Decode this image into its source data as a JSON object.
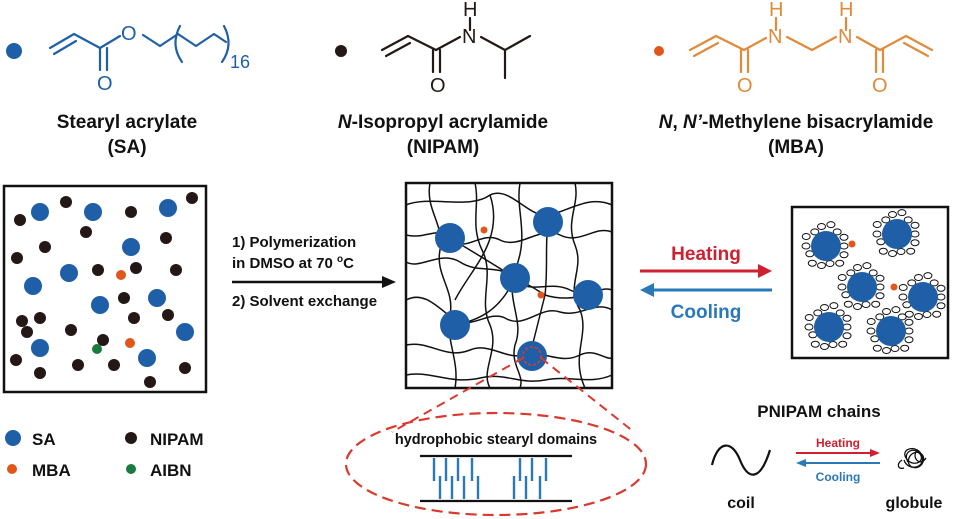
{
  "colors": {
    "sa": "#1f5fa8",
    "nipam": "#231815",
    "mba": "#e2561c",
    "aibn": "#1b7a3e",
    "heating": "#d0202f",
    "cooling": "#2a78b8",
    "domain_ring": "#d93a2f",
    "monomer_sa": "#1f5fa8",
    "monomer_mba": "#e08a3a"
  },
  "monomers": {
    "sa_subscript": "16",
    "nipam_h": "H",
    "nipam_n": "N",
    "nipam_o": "O",
    "mba_h1": "H",
    "mba_h2": "H",
    "mba_n1": "N",
    "mba_n2": "N",
    "mba_o1": "O",
    "mba_o2": "O",
    "sa_o1": "O",
    "sa_o2": "O"
  },
  "names": {
    "sa_name": "Stearyl acrylate",
    "sa_abbr": "(SA)",
    "nipam_italic": "N",
    "nipam_name": "-Isopropyl acrylamide",
    "nipam_abbr": "(NIPAM)",
    "mba_italic1": "N",
    "mba_sep": ", ",
    "mba_italic2": "N’",
    "mba_name": "-Methylene bisacrylamide",
    "mba_abbr": "(MBA)"
  },
  "process": {
    "step1_line1": "1) Polymerization",
    "step1_line2_pre": "in DMSO at 70 ",
    "step1_sup": "o",
    "step1_unit": "C",
    "step2": "2) Solvent exchange",
    "heating": "Heating",
    "cooling": "Cooling",
    "domain_label": "hydrophobic stearyl domains"
  },
  "legend": {
    "sa": "SA",
    "nipam": "NIPAM",
    "mba": "MBA",
    "aibn": "AIBN"
  },
  "pnipam": {
    "title": "PNIPAM chains",
    "heating": "Heating",
    "cooling": "Cooling",
    "coil": "coil",
    "globule": "globule"
  }
}
